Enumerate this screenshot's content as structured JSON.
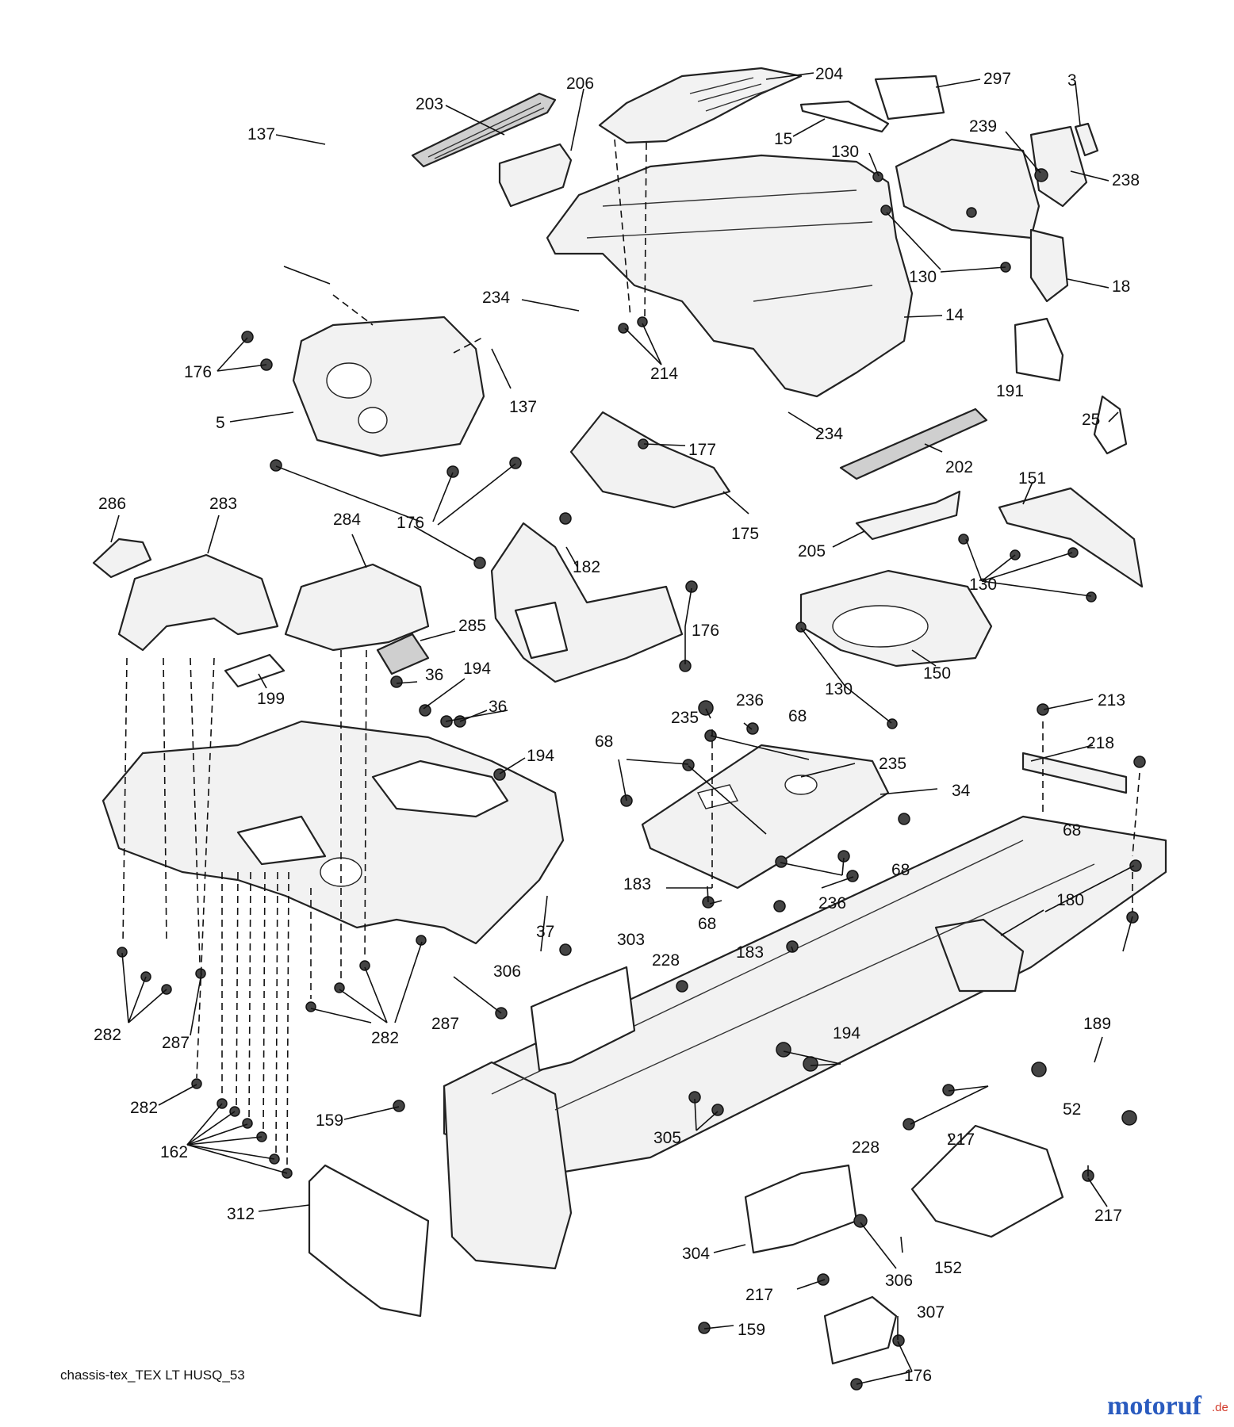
{
  "diagram": {
    "caption": "chassis-tex_TEX LT HUSQ_53",
    "watermark": {
      "text": "motoruf",
      "suffix": ".de",
      "colors": {
        "primary": "#2a5bbf",
        "dot": "#e07a1c",
        "suffix": "#d23a2a"
      }
    },
    "callouts": [
      "203",
      "206",
      "204",
      "297",
      "3",
      "15",
      "130",
      "239",
      "238",
      "18",
      "137",
      "234",
      "14",
      "214",
      "176",
      "5",
      "191",
      "25",
      "177",
      "202",
      "151",
      "286",
      "283",
      "284",
      "175",
      "205",
      "182",
      "285",
      "150",
      "199",
      "36",
      "194",
      "236",
      "213",
      "235",
      "68",
      "218",
      "34",
      "183",
      "180",
      "37",
      "303",
      "306",
      "228",
      "282",
      "287",
      "189",
      "217",
      "52",
      "159",
      "162",
      "305",
      "312",
      "304",
      "152",
      "307"
    ]
  }
}
